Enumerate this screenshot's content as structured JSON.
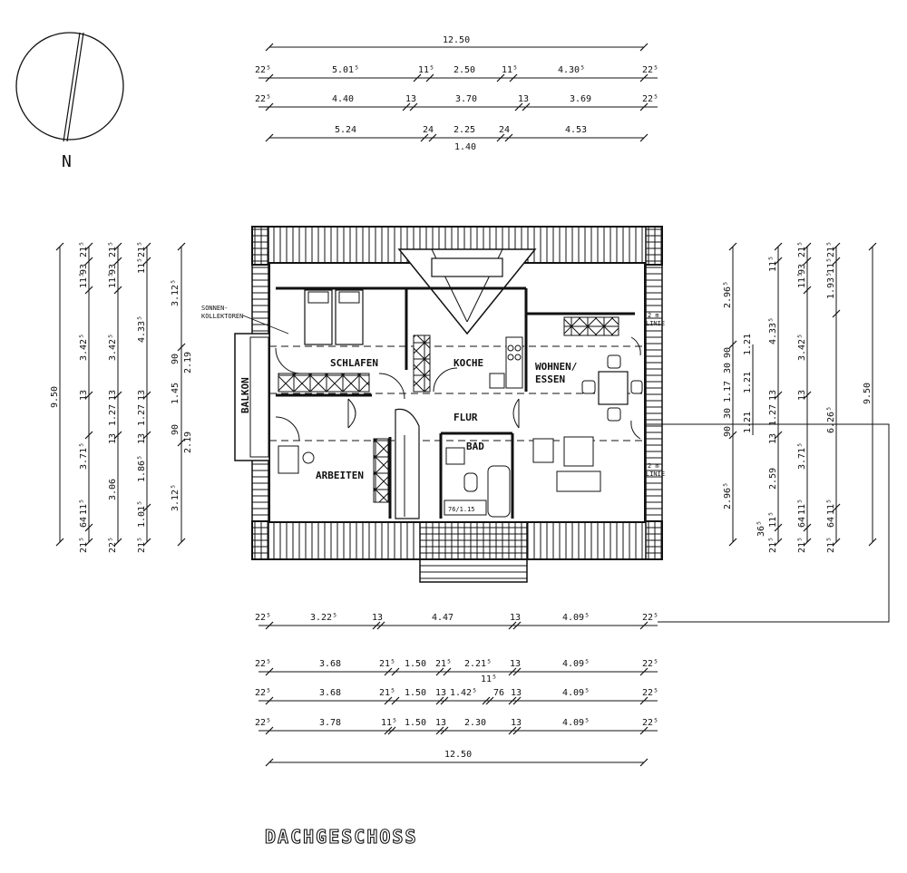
{
  "drawing_title": "DACHGESCHOSS",
  "north_label": "N",
  "rooms": {
    "schlafen": "SCHLAFEN",
    "koche": "KOCHE",
    "wohnen_1": "WOHNEN/",
    "wohnen_2": "ESSEN",
    "flur": "FLUR",
    "bad": "BAD",
    "arbeiten": "ARBEITEN",
    "balkon": "BALKON"
  },
  "annotations": {
    "sonnen_1": "SONNEN-",
    "sonnen_2": "KOLLEKTOREN",
    "linie_top_1": "2 m",
    "linie_top_2": "LINIE",
    "linie_bottom_1": "2 m",
    "linie_bottom_2": "LINIE",
    "door_size": "76/1.15"
  },
  "dimensions": {
    "top": {
      "overall": "12.50",
      "row1": [
        "22⁵",
        "5.01⁵",
        "11⁵",
        "2.50",
        "11⁵",
        "4.30⁵",
        "22⁵"
      ],
      "row2": [
        "22⁵",
        "4.40",
        "13",
        "3.70",
        "13",
        "3.69",
        "22⁵"
      ],
      "row3": [
        "5.24",
        "24",
        "2.25",
        "24",
        "4.53"
      ],
      "row3_sub": "1.40"
    },
    "bottom": {
      "row1": [
        "22⁵",
        "3.22⁵",
        "13",
        "4.47",
        "13",
        "4.09⁵",
        "22⁵"
      ],
      "row2": [
        "22⁵",
        "3.68",
        "21⁵",
        "1.50",
        "21⁵",
        "2.21⁵",
        "13",
        "4.09⁵",
        "22⁵"
      ],
      "row3": [
        "22⁵",
        "3.68",
        "21⁵",
        "1.50",
        "13",
        "1.42⁵",
        "11⁵",
        "76",
        "13",
        "4.09⁵",
        "22⁵"
      ],
      "row4": [
        "22⁵",
        "3.78",
        "11⁵",
        "1.50",
        "13",
        "2.30",
        "13",
        "4.09⁵",
        "22⁵"
      ],
      "overall": "12.50"
    },
    "left": {
      "col1": [
        "9.50"
      ],
      "col2": [
        "21⁵",
        "11⁵",
        "93",
        "3.42⁵",
        "13",
        "3.71⁵",
        "64",
        "11⁵",
        "21⁵"
      ],
      "col3": [
        "21⁵",
        "11⁵",
        "93",
        "3.42⁵",
        "13",
        "1.27",
        "13",
        "3.06",
        "22⁵"
      ],
      "col4": [
        "21⁵",
        "11⁵",
        "4.33⁵",
        "13",
        "1.27",
        "13",
        "1.86⁵",
        "1.01⁵",
        "21⁵"
      ],
      "col5": [
        "3.12⁵",
        "90",
        "2.19",
        "1.45",
        "90",
        "2.19",
        "3.12⁵"
      ]
    },
    "right": {
      "col1": [
        "2.96⁵",
        "90",
        "30",
        "1.17",
        "30",
        "90",
        "2.96⁵"
      ],
      "col2": [
        "1.21",
        "1.21",
        "1.21"
      ],
      "col3": [
        "11⁵",
        "4.33⁵",
        "13",
        "1.27",
        "13",
        "2.59",
        "36⁵",
        "11⁵",
        "21⁵"
      ],
      "col4": [
        "21⁵",
        "11⁵",
        "93",
        "3.42⁵",
        "13",
        "3.71⁵",
        "64",
        "11⁵",
        "21⁵"
      ],
      "col5": [
        "21⁵",
        "11⁵",
        "1.93⁵",
        "6.26⁵",
        "64",
        "11⁵",
        "21⁵"
      ],
      "col6": [
        "9.50"
      ]
    }
  }
}
